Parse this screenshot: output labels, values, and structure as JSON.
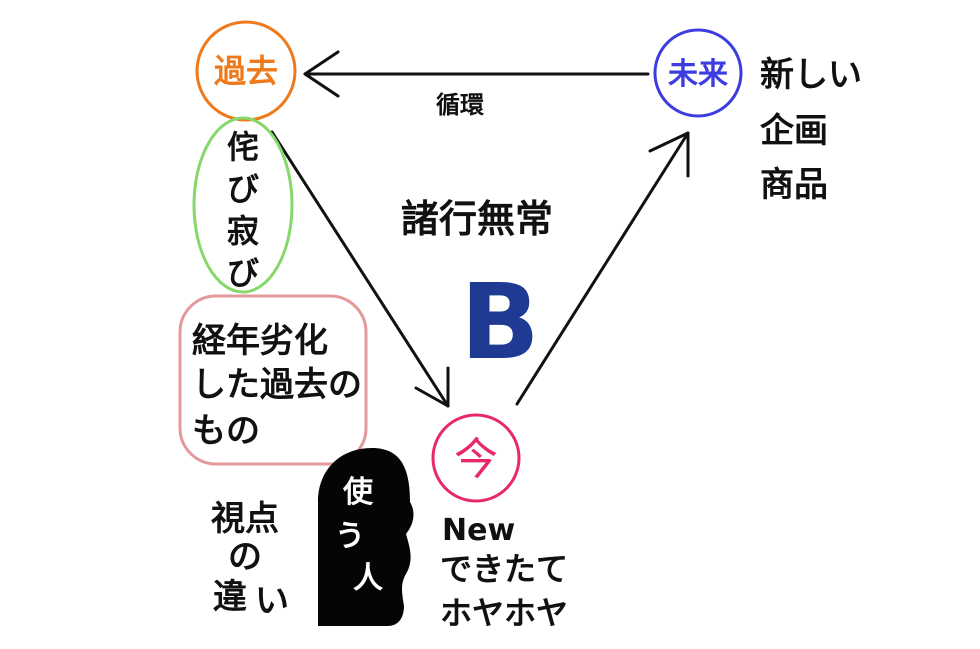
{
  "nodes": {
    "past": {
      "label": "過去",
      "color": "#ee7a1c"
    },
    "future": {
      "label": "未来",
      "color": "#3c3ce0"
    },
    "present": {
      "label": "今",
      "color": "#e8286a"
    }
  },
  "edges": {
    "cycle_label": "循環"
  },
  "center": {
    "phrase": "諸行無常",
    "letter": "B",
    "letter_color": "#1f3a93"
  },
  "future_note": {
    "line1": "新しい",
    "line2": "企画",
    "line3": "商品"
  },
  "wabi_sabi": {
    "chars": [
      "侘",
      "び",
      "寂",
      "び"
    ],
    "ring_color": "#86d86a"
  },
  "aged": {
    "line1": "経年劣化",
    "line2": "した過去の",
    "line3": "もの",
    "ring_color": "#e59a9a"
  },
  "viewpoint": {
    "chars": [
      "視点",
      "の",
      "違",
      "い"
    ]
  },
  "user_figure": {
    "chars": [
      "使",
      "う",
      "人"
    ],
    "icon": "person-silhouette-icon"
  },
  "present_note": {
    "line1": "New",
    "line2": "できたて",
    "line3": "ホヤホヤ"
  }
}
